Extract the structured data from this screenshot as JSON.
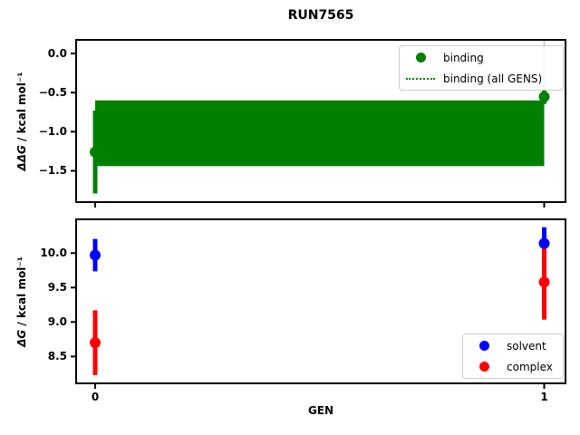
{
  "title": "RUN7565",
  "chart_data": [
    {
      "type": "scatter",
      "title": "",
      "xlabel": "",
      "ylabel_math": "ΔΔG",
      "ylabel_rest": " / kcal mol⁻¹",
      "xlim": [
        -0.0424,
        1.0474
      ],
      "ylim": [
        -1.9,
        0.174
      ],
      "grid": false,
      "yticks": [
        {
          "v": 0.0,
          "label": "0.0"
        },
        {
          "v": -0.5,
          "label": "−0.5"
        },
        {
          "v": -1.0,
          "label": "−1.0"
        },
        {
          "v": -1.5,
          "label": "−1.5"
        }
      ],
      "xticks": [
        {
          "v": 0,
          "label": ""
        },
        {
          "v": 1,
          "label": ""
        }
      ],
      "vline": {
        "x": 1,
        "to": -0.555,
        "color": "#b2d8b2"
      },
      "band": {
        "name": "binding (all GENS)",
        "x0": 0,
        "x1": 1,
        "lo": -1.44,
        "hi": -0.6,
        "center": -1.02,
        "color": "#008000"
      },
      "series": [
        {
          "name": "binding",
          "color": "#008000",
          "points": [
            {
              "x": 0,
              "y": -1.26,
              "yerr": 0.53
            },
            {
              "x": 1,
              "y": -0.555,
              "yerr": 0.09
            }
          ]
        }
      ],
      "legend": {
        "position": "upper-right",
        "items": [
          {
            "label": "binding",
            "marker": "dot",
            "color": "#008000"
          },
          {
            "label": "binding (all GENS)",
            "marker": "dotted",
            "color": "#008000"
          }
        ]
      }
    },
    {
      "type": "scatter",
      "title": "",
      "xlabel": "GEN",
      "ylabel_math": "ΔG",
      "ylabel_rest": " / kcal mol⁻¹",
      "xlim": [
        -0.0424,
        1.0474
      ],
      "ylim": [
        8.11,
        10.49
      ],
      "grid": false,
      "yticks": [
        {
          "v": 10.0,
          "label": "10.0"
        },
        {
          "v": 9.5,
          "label": "9.5"
        },
        {
          "v": 9.0,
          "label": "9.0"
        },
        {
          "v": 8.5,
          "label": "8.5"
        }
      ],
      "xticks": [
        {
          "v": 0,
          "label": "0"
        },
        {
          "v": 1,
          "label": "1"
        }
      ],
      "series": [
        {
          "name": "solvent",
          "color": "#0000ff",
          "points": [
            {
              "x": 0,
              "y": 9.97,
              "yerr": 0.235
            },
            {
              "x": 1,
              "y": 10.14,
              "yerr": 0.235
            }
          ]
        },
        {
          "name": "complex",
          "color": "#ff0000",
          "points": [
            {
              "x": 0,
              "y": 8.7,
              "yerr": 0.47
            },
            {
              "x": 1,
              "y": 9.58,
              "yerr": 0.545
            }
          ]
        }
      ],
      "legend": {
        "position": "lower-right",
        "items": [
          {
            "label": "solvent",
            "marker": "dot",
            "color": "#0000ff"
          },
          {
            "label": "complex",
            "marker": "dot",
            "color": "#ff0000"
          }
        ]
      }
    }
  ]
}
